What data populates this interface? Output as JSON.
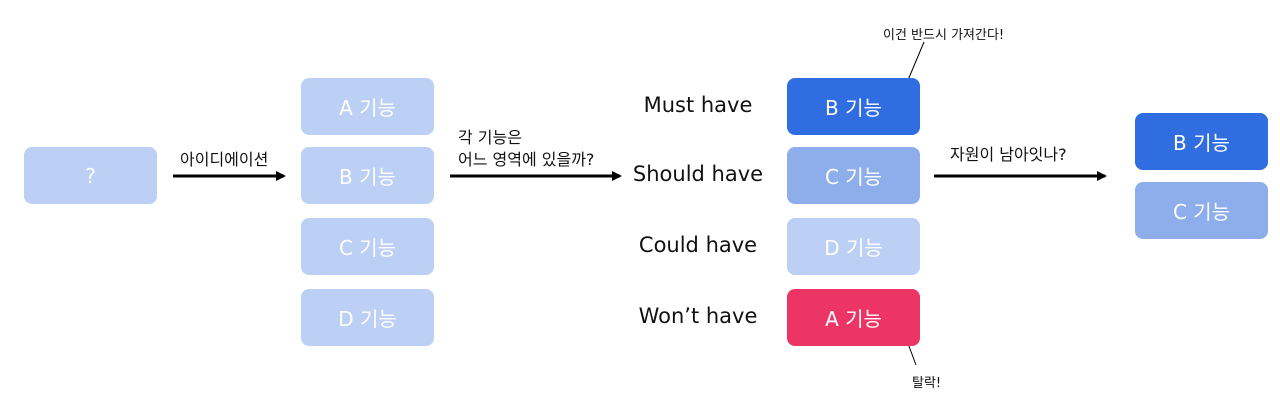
{
  "source": {
    "label": "?"
  },
  "edges": {
    "ideation": "아이디에이션",
    "classify_line1": "각 기능은",
    "classify_line2": "어느 영역에 있을까?",
    "resources": "자원이 남아잇나?"
  },
  "features": [
    "A 기능",
    "B 기능",
    "C 기능",
    "D 기능"
  ],
  "priorities": [
    {
      "label": "Must have",
      "feature": "B 기능"
    },
    {
      "label": "Should have",
      "feature": "C 기능"
    },
    {
      "label": "Could have",
      "feature": "D 기능"
    },
    {
      "label": "Won’t have",
      "feature": "A 기능"
    }
  ],
  "notes": {
    "must_keep": "이건 반드시 가져간다!",
    "dropped": "탈락!"
  },
  "result": [
    "B 기능",
    "C 기능"
  ],
  "colors": {
    "light": "#bccff4",
    "mid": "#8eaeeb",
    "dark": "#2f6de1",
    "red": "#ec3565"
  }
}
